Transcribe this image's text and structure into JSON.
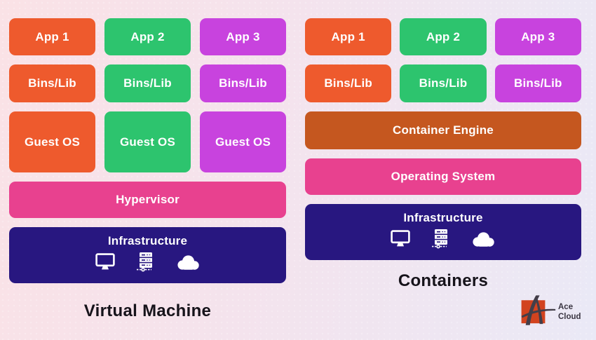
{
  "vm": {
    "title": "Virtual Machine",
    "apps": [
      "App 1",
      "App 2",
      "App 3"
    ],
    "bins": [
      "Bins/Lib",
      "Bins/Lib",
      "Bins/Lib"
    ],
    "guest": [
      "Guest OS",
      "Guest OS",
      "Guest OS"
    ],
    "hypervisor": "Hypervisor",
    "infrastructure": "Infrastructure"
  },
  "containers": {
    "title": "Containers",
    "apps": [
      "App 1",
      "App 2",
      "App 3"
    ],
    "bins": [
      "Bins/Lib",
      "Bins/Lib",
      "Bins/Lib"
    ],
    "engine": "Container Engine",
    "os": "Operating System",
    "infrastructure": "Infrastructure"
  },
  "infrastructure_icons": [
    "monitor",
    "server",
    "cloud"
  ],
  "logo": {
    "line1": "Ace",
    "line2": "Cloud"
  },
  "colors": {
    "orange": "#ee5a2d",
    "green": "#2dc46e",
    "magenta": "#c843de",
    "pink": "#e8418f",
    "engine_brown": "#c5571f",
    "navy": "#281780",
    "bg_left": "#fae2e6",
    "bg_right": "#eae9f6",
    "label_text": "#16131a",
    "logo_red": "#d2431f",
    "logo_dark": "#433e49"
  }
}
